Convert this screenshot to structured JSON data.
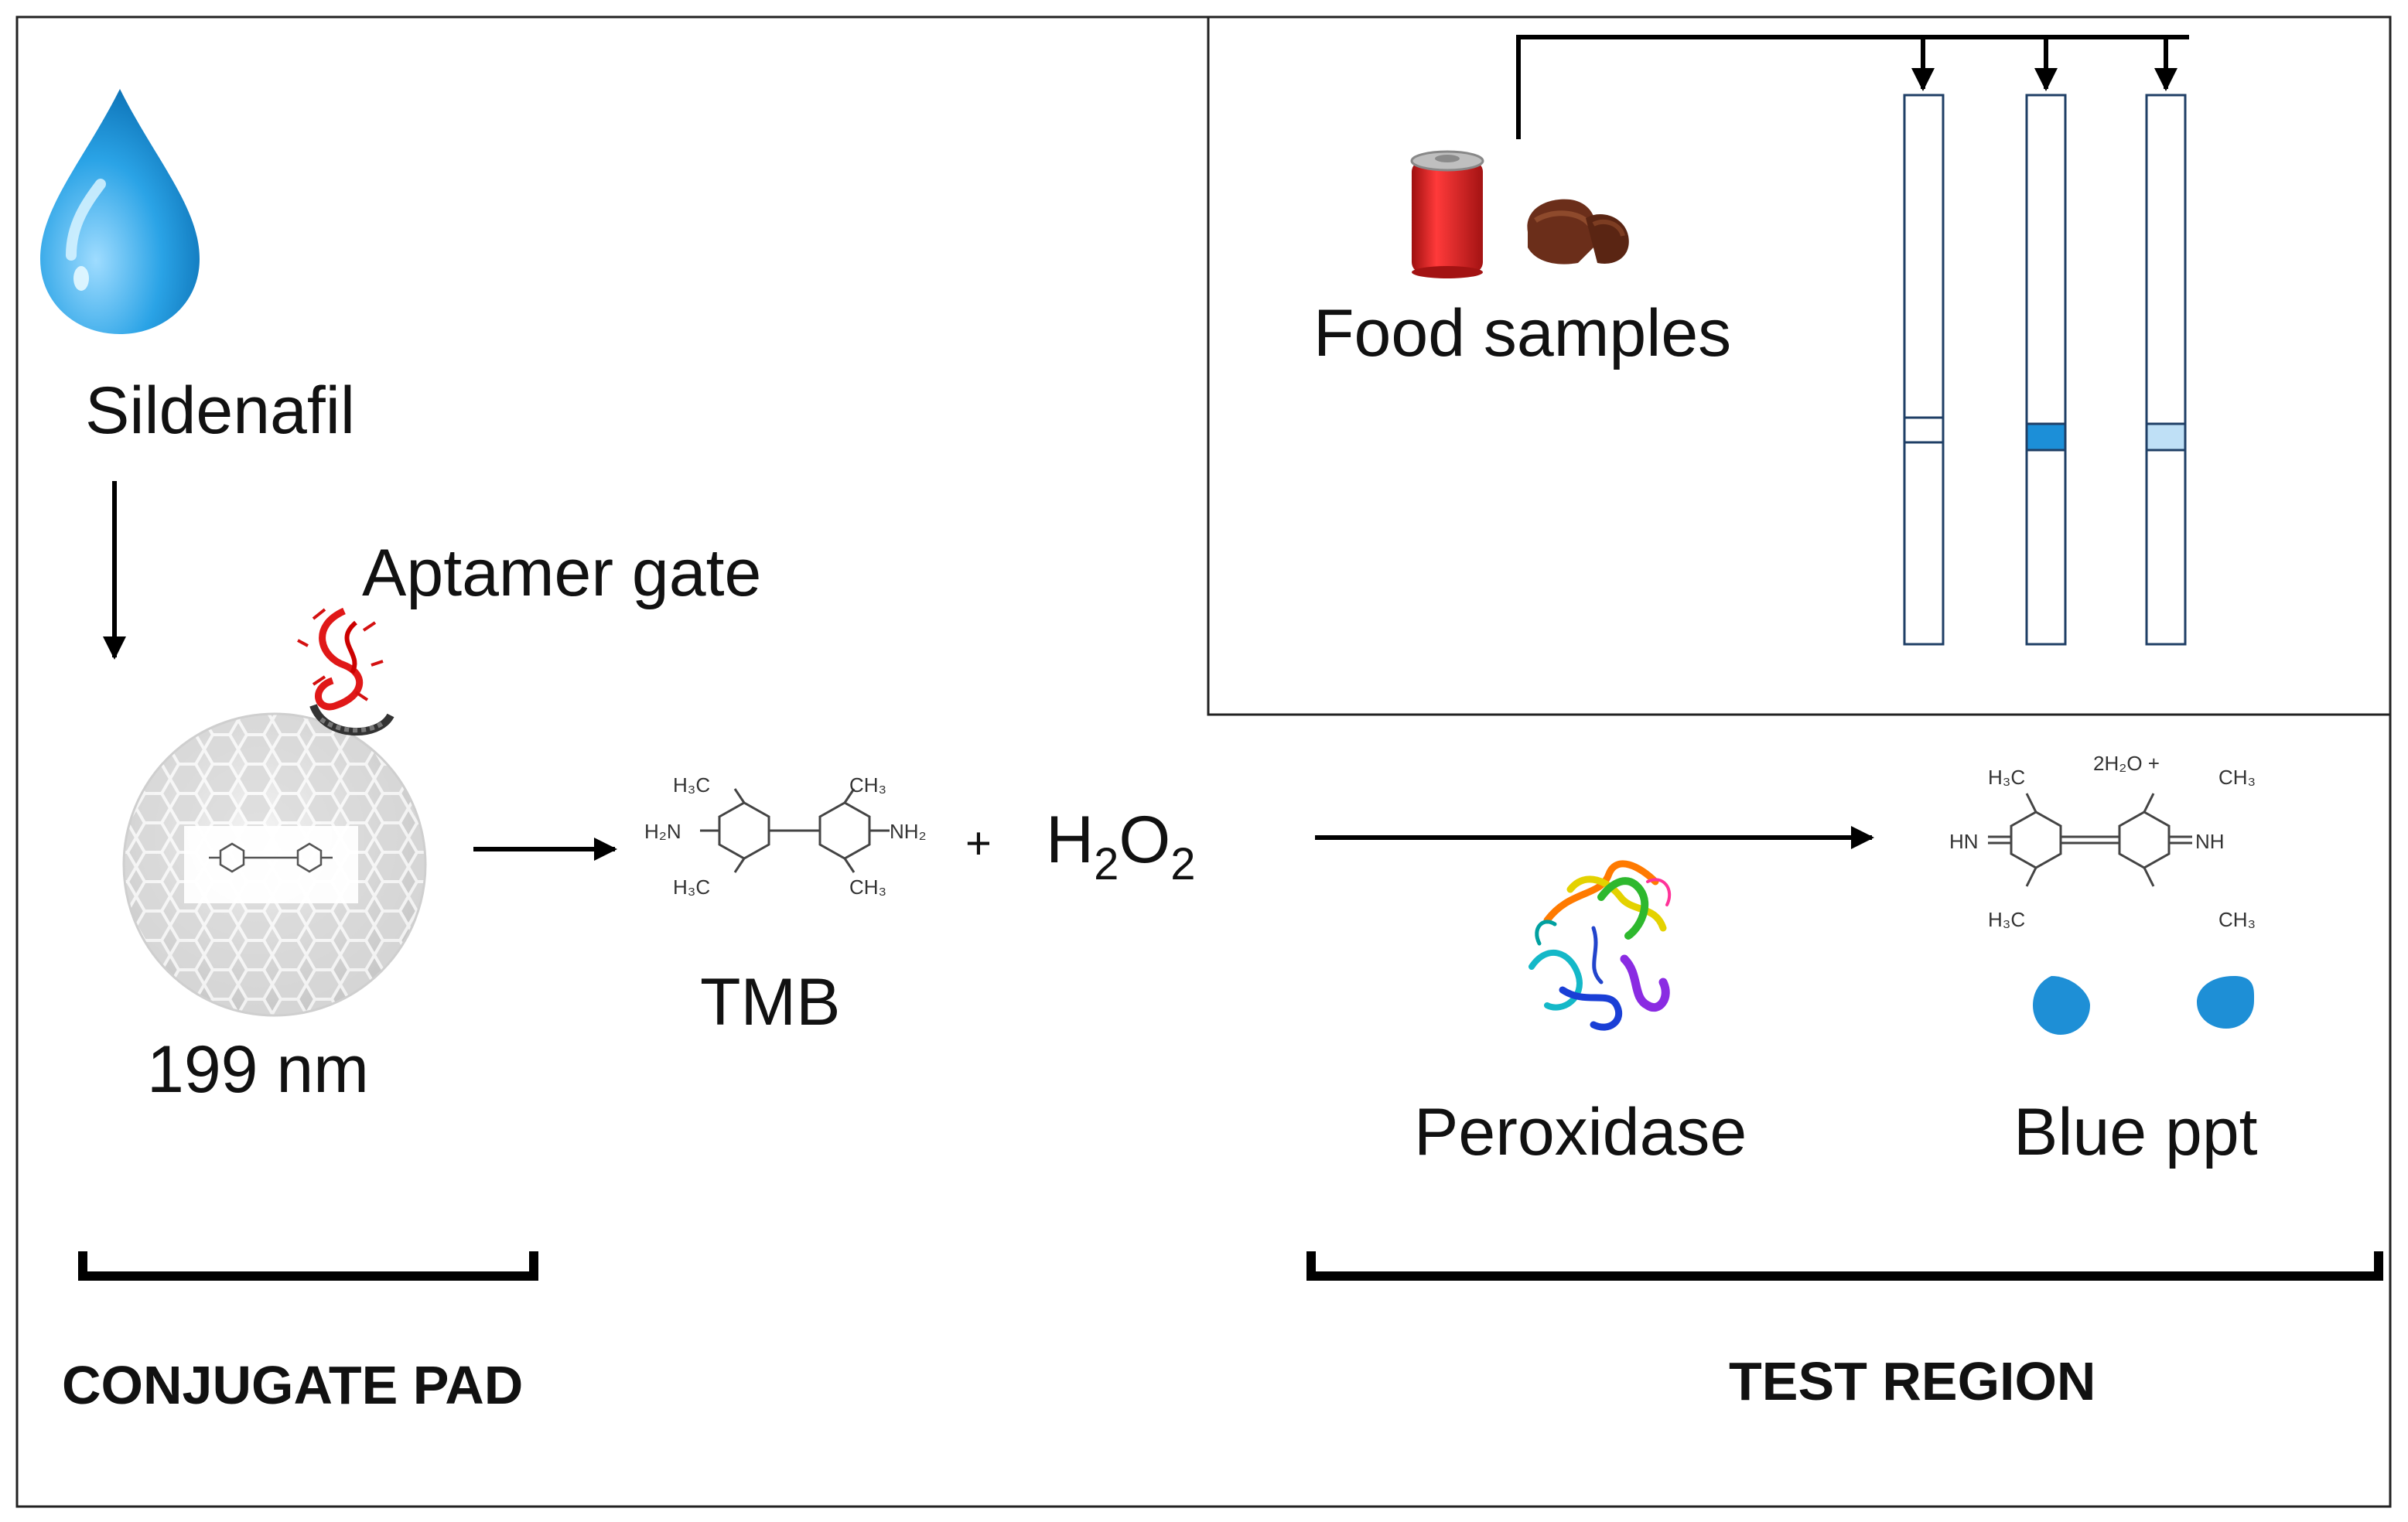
{
  "labels": {
    "sildenafil": "Sildenafil",
    "aptamer_gate": "Aptamer gate",
    "size": "199 nm",
    "tmb": "TMB",
    "plus": "+",
    "h2o2_main": "H",
    "h2o2_sub1": "2",
    "h2o2_mid": "O",
    "h2o2_sub2": "2",
    "peroxidase": "Peroxidase",
    "blue_ppt": "Blue ppt",
    "food_samples": "Food samples",
    "conjugate_pad": "CONJUGATE PAD",
    "test_region": "TEST REGION"
  },
  "chem": {
    "h3c": "H₃C",
    "ch3": "CH₃",
    "h2n": "H₂N",
    "nh2": "NH₂",
    "hn": "HN",
    "nh": "NH",
    "water": "2H₂O +"
  },
  "strips": [
    {
      "name": "strip-blank",
      "band": "none"
    },
    {
      "name": "strip-dark",
      "band": "dark"
    },
    {
      "name": "strip-light",
      "band": "light"
    }
  ],
  "colors": {
    "drop": "#1e8fd6",
    "band_dark": "#1c8fd8",
    "band_light": "#bfe0f6",
    "strip_stroke": "#1f3f66",
    "can": "#e02020",
    "chocolate": "#6b2e1a"
  },
  "icons": [
    "water-drop-icon",
    "soda-can-icon",
    "chocolate-icon",
    "protein-structure-icon",
    "blue-precipitate-drop-icon"
  ]
}
